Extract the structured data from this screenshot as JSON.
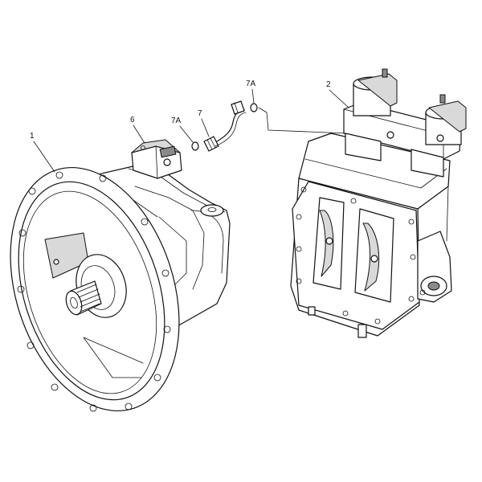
{
  "diagram": {
    "callouts": {
      "part_1": "1",
      "part_2": "2",
      "part_6": "6",
      "part_7": "7",
      "part_7a_left": "7A",
      "part_7a_right": "7A"
    },
    "colors": {
      "line": "#111111",
      "background": "#ffffff",
      "shade": "#d9d9d9",
      "dark_shade": "#8a8a8a"
    }
  }
}
